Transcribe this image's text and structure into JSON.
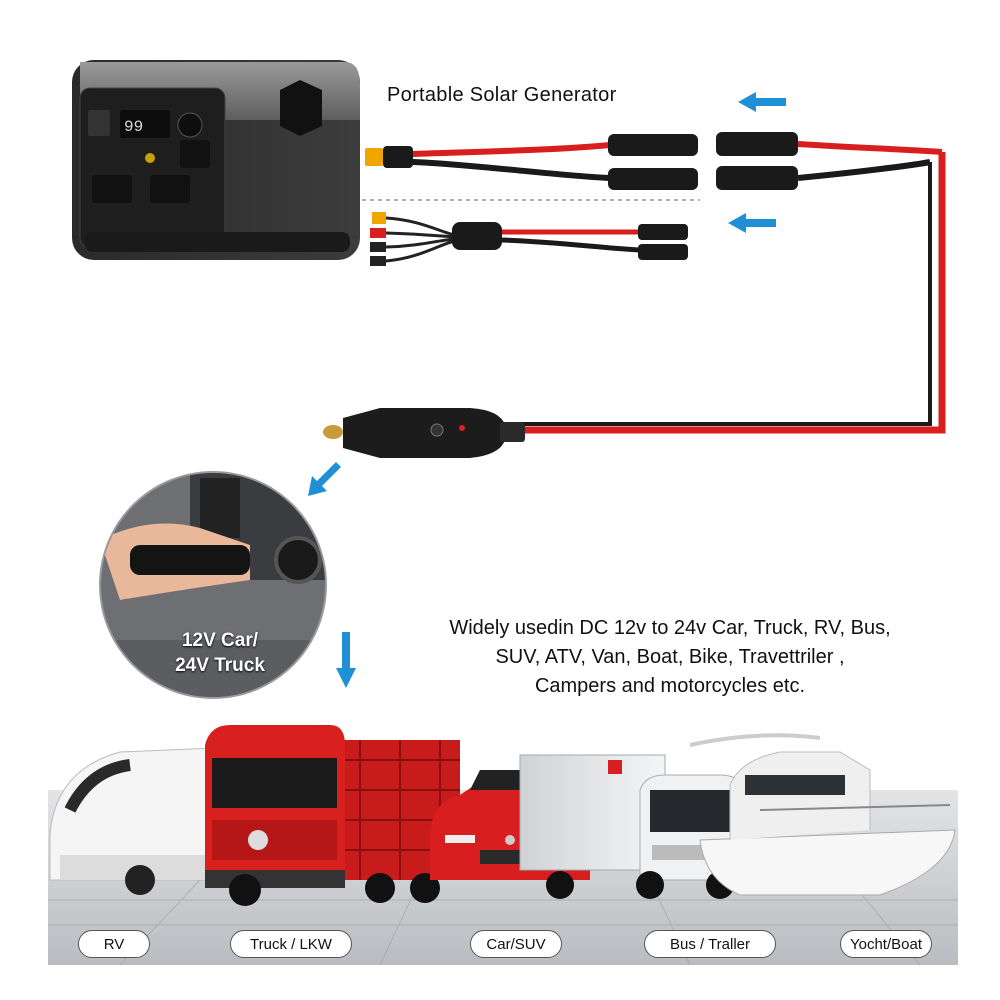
{
  "header": {
    "title": "Portable Solar Generator"
  },
  "inset": {
    "line1": "12V Car/",
    "line2": "24V Truck"
  },
  "description": {
    "line1": "Widely usedin DC 12v to 24v Car, Truck, RV, Bus,",
    "line2": "SUV, ATV, Van, Boat, Bike, Travettriler ,",
    "line3": "Campers and motorcycles etc."
  },
  "vehicles": [
    {
      "label": "RV"
    },
    {
      "label": "Truck / LKW"
    },
    {
      "label": "Car/SUV"
    },
    {
      "label": "Bus / Traller"
    },
    {
      "label": "Yocht/Boat"
    }
  ],
  "colors": {
    "arrow": "#1f8fd6",
    "cable_red": "#d81e1e",
    "cable_black": "#1a1a1a",
    "truck_red": "#d8201e"
  },
  "icons": [
    "arrow-left-icon",
    "arrow-down-left-icon",
    "arrow-down-icon"
  ]
}
